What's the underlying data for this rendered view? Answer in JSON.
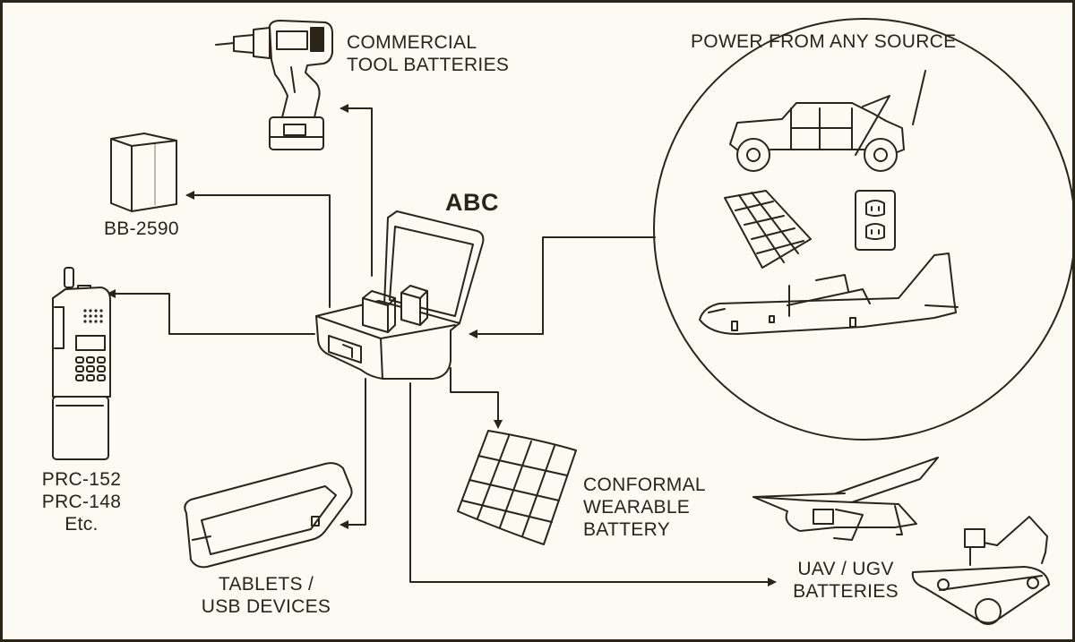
{
  "title": "ABC",
  "labels": {
    "tool_line1": "COMMERCIAL",
    "tool_line2": "TOOL BATTERIES",
    "bb": "BB-2590",
    "prc_line1": "PRC-152",
    "prc_line2": "PRC-148",
    "prc_line3": "Etc.",
    "tablets_line1": "TABLETS /",
    "tablets_line2": "USB DEVICES",
    "conformal_line1": "CONFORMAL",
    "conformal_line2": "WEARABLE",
    "conformal_line3": "BATTERY",
    "uav_line1": "UAV / UGV",
    "uav_line2": "BATTERIES",
    "power": "POWER FROM ANY SOURCE"
  },
  "colors": {
    "ink": "#2b2418",
    "background": "#fdfaf3"
  }
}
